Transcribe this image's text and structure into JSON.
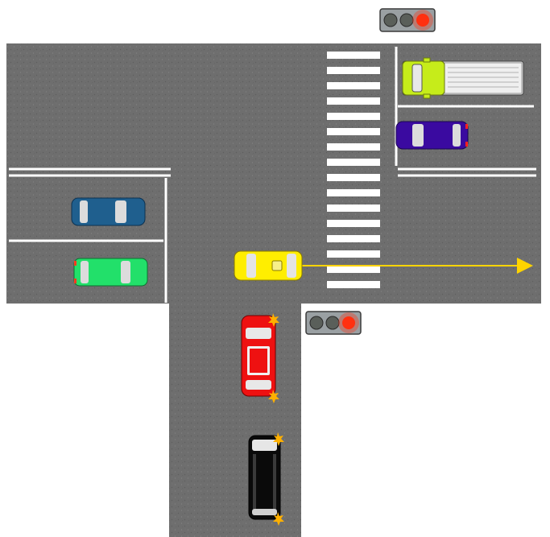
{
  "scene": {
    "colors": {
      "asphalt": "#6e6e6e",
      "lane_marking": "#ffffff",
      "arrow": "#ffd400",
      "signal_red": "#ff3010",
      "signal_off": "#5a5f5a",
      "signal_housing": "#9aa0a3",
      "indicator": "#ffb000"
    },
    "traffic_lights": [
      {
        "name": "traffic-light-top",
        "active": "red"
      },
      {
        "name": "traffic-light-bottom",
        "active": "red"
      }
    ],
    "vehicles": [
      {
        "name": "yellow-car",
        "color": "#ffee00",
        "type": "sedan",
        "heading": "east"
      },
      {
        "name": "green-car",
        "color": "#22e06a",
        "type": "sedan",
        "heading": "west"
      },
      {
        "name": "blue-car",
        "color": "#1f5f8e",
        "type": "sedan",
        "heading": "west"
      },
      {
        "name": "purple-car",
        "color": "#3a0aa0",
        "type": "sedan",
        "heading": "east"
      },
      {
        "name": "lime-truck",
        "color": "#c6ec1a",
        "type": "truck",
        "heading": "west"
      },
      {
        "name": "red-suv",
        "color": "#ee1111",
        "type": "suv",
        "heading": "north",
        "hazard_lights": true
      },
      {
        "name": "black-van",
        "color": "#0a0a0a",
        "type": "van",
        "heading": "north",
        "hazard_lights": true
      }
    ],
    "yellow_car_path": "straight-east"
  }
}
